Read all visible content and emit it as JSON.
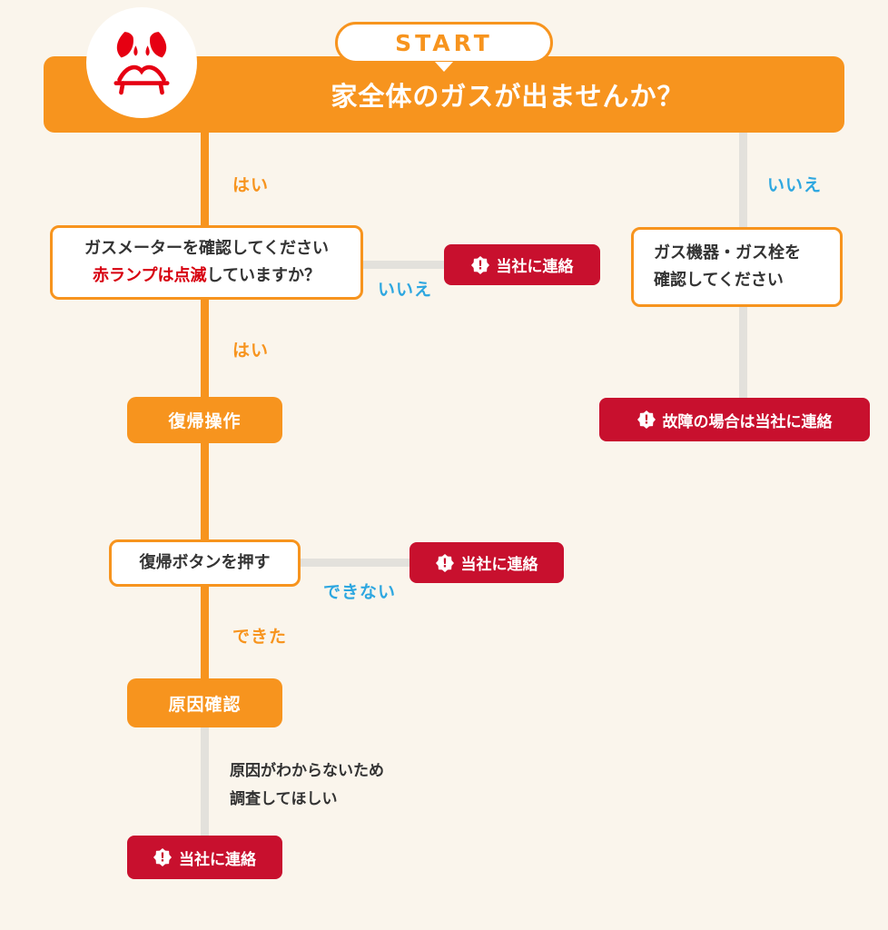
{
  "colors": {
    "orange": "#F7941E",
    "red_badge": "#C8102E",
    "red_text": "#D7000F",
    "blue": "#2EA7E0",
    "connector_gray": "#E3E1DC",
    "background": "#FAF5EC",
    "text": "#333333"
  },
  "start_badge": {
    "label": "START"
  },
  "header": {
    "title": "家全体のガスが出ませんか？"
  },
  "branch_labels": {
    "yes_top": "はい",
    "no_top": "いいえ",
    "no_meter": "いいえ",
    "yes_meter": "はい",
    "cannot": "できない",
    "did": "できた"
  },
  "nodes": {
    "meter_check_line1": "ガスメーターを確認してください",
    "meter_check_line2_highlight": "赤ランプは点滅",
    "meter_check_line2_rest": "していますか？",
    "contact_company_1": "当社に連絡",
    "appliance_check_line1": "ガス機器・ガス栓を",
    "appliance_check_line2": "確認してください",
    "contact_fault": "故障の場合は当社に連絡",
    "recovery_operation": "復帰操作",
    "press_recovery_button": "復帰ボタンを押す",
    "contact_company_2": "当社に連絡",
    "cause_check": "原因確認",
    "cause_note_line1": "原因がわからないため",
    "cause_note_line2": "調査してほしい",
    "contact_company_3": "当社に連絡"
  },
  "icons": {
    "mascot": "gas-mascot-icon",
    "alert": "alert-exclamation-icon"
  }
}
